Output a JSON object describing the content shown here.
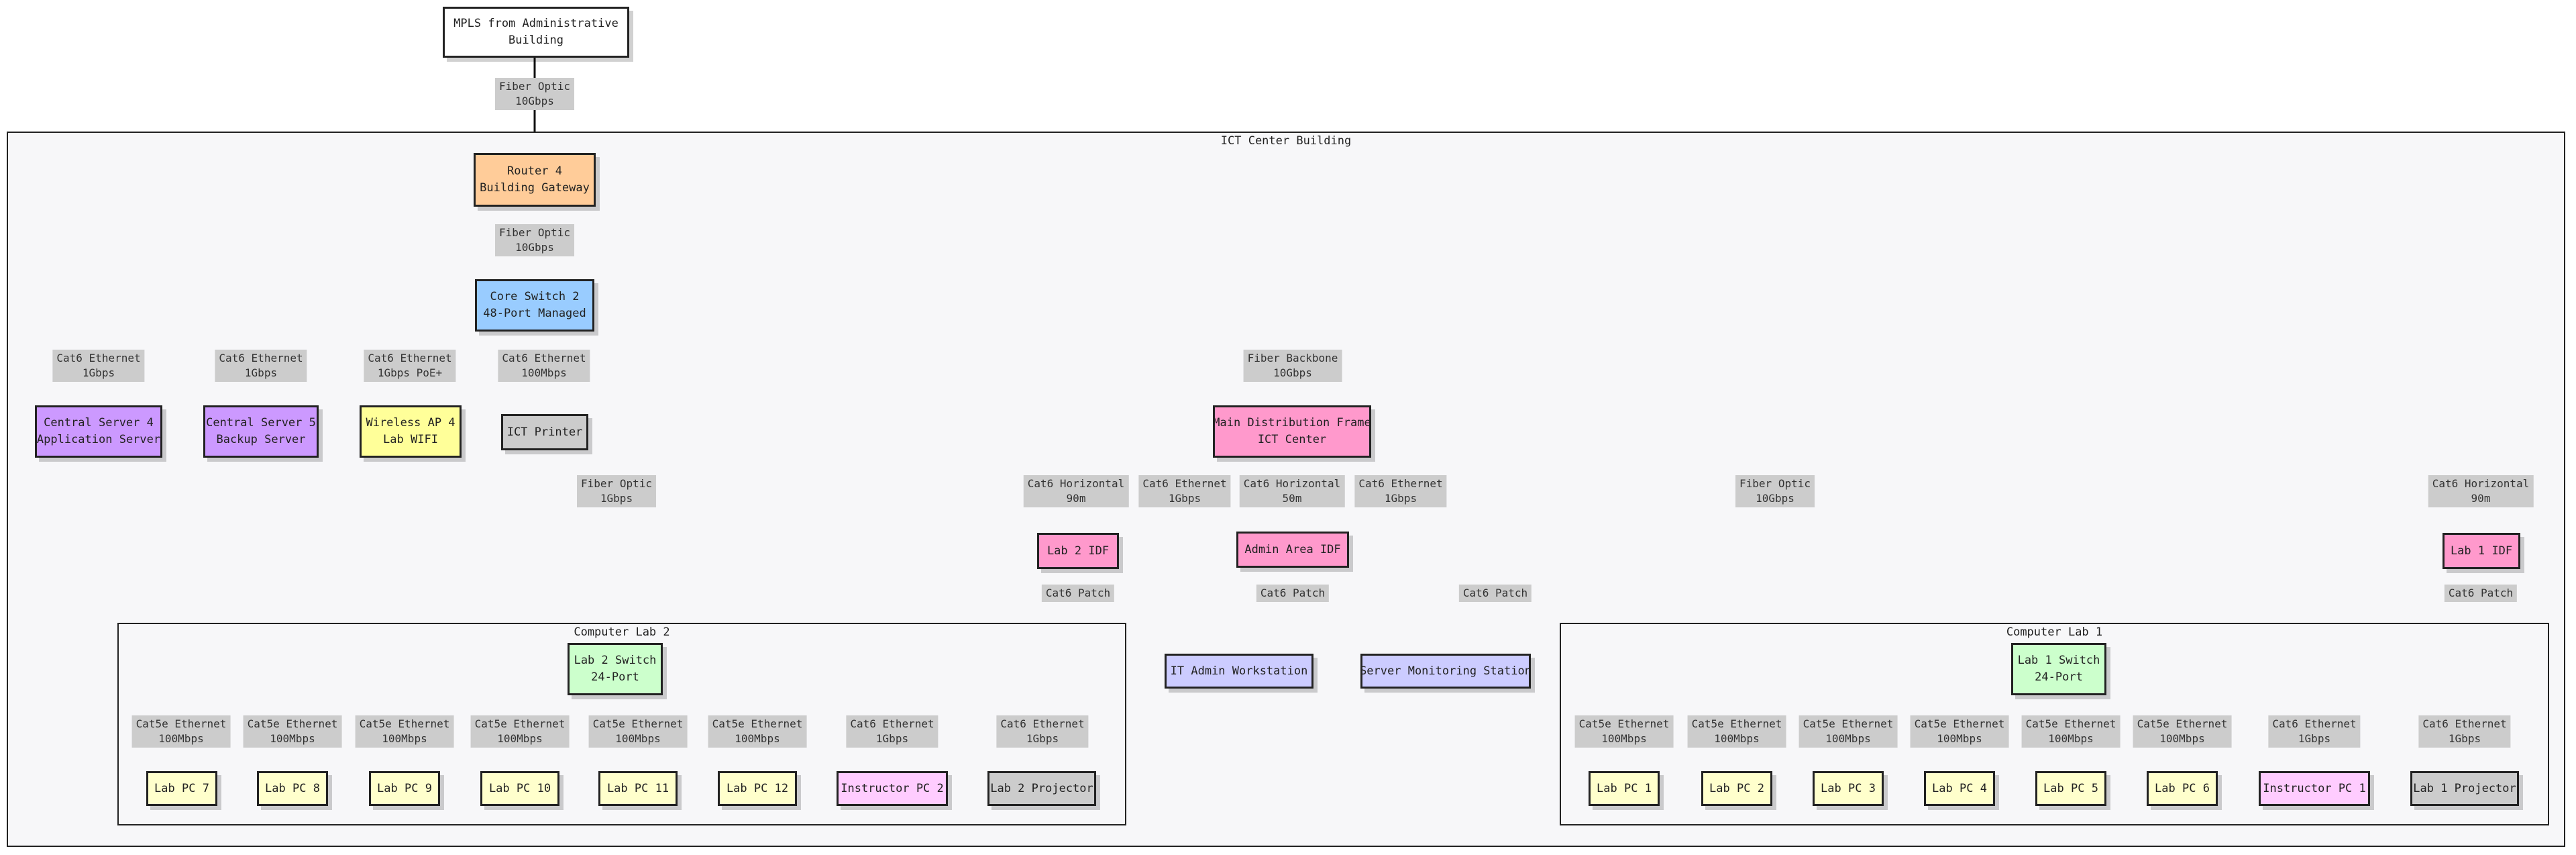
{
  "colors": {
    "router": "#ffcc99",
    "core_switch": "#99ccff",
    "server": "#cc99ff",
    "wireless": "#ffff99",
    "pc": "#ffffcc",
    "printer": "#cccccc",
    "distribution": "#ff99cc",
    "workstation": "#ccccff",
    "lab_switch": "#ccffcc",
    "instructor": "#ffccff",
    "label_bg": "#cccccc",
    "cluster_bg": "#f7f7f9"
  },
  "clusters": {
    "ict": "ICT Center Building",
    "lab2": "Computer Lab 2",
    "lab1": "Computer Lab 1"
  },
  "nodes": {
    "mpls": [
      "MPLS from Administrative",
      "Building"
    ],
    "router4": [
      "Router 4",
      "Building Gateway"
    ],
    "core_switch2": [
      "Core Switch 2",
      "48-Port Managed"
    ],
    "server4": [
      "Central Server 4",
      "Application Server"
    ],
    "server5": [
      "Central Server 5",
      "Backup Server"
    ],
    "wap4": [
      "Wireless AP 4",
      "Lab WIFI"
    ],
    "ict_printer": [
      "ICT Printer"
    ],
    "mdf": [
      "Main Distribution Frame",
      "ICT Center"
    ],
    "lab2_idf": [
      "Lab 2 IDF"
    ],
    "admin_idf": [
      "Admin Area IDF"
    ],
    "lab1_idf": [
      "Lab 1 IDF"
    ],
    "it_admin_ws": [
      "IT Admin Workstation"
    ],
    "server_mon": [
      "Server Monitoring Station"
    ],
    "lab2_switch": [
      "Lab 2 Switch",
      "24-Port"
    ],
    "lab1_switch": [
      "Lab 1 Switch",
      "24-Port"
    ],
    "lab_pc7": [
      "Lab PC 7"
    ],
    "lab_pc8": [
      "Lab PC 8"
    ],
    "lab_pc9": [
      "Lab PC 9"
    ],
    "lab_pc10": [
      "Lab PC 10"
    ],
    "lab_pc11": [
      "Lab PC 11"
    ],
    "lab_pc12": [
      "Lab PC 12"
    ],
    "instructor_pc2": [
      "Instructor PC 2"
    ],
    "lab2_projector": [
      "Lab 2 Projector"
    ],
    "lab_pc1": [
      "Lab PC 1"
    ],
    "lab_pc2": [
      "Lab PC 2"
    ],
    "lab_pc3": [
      "Lab PC 3"
    ],
    "lab_pc4": [
      "Lab PC 4"
    ],
    "lab_pc5": [
      "Lab PC 5"
    ],
    "lab_pc6": [
      "Lab PC 6"
    ],
    "instructor_pc1": [
      "Instructor PC 1"
    ],
    "lab1_projector": [
      "Lab 1 Projector"
    ]
  },
  "edge_labels": {
    "mpls_router": [
      "Fiber Optic",
      "10Gbps"
    ],
    "router_core": [
      "Fiber Optic",
      "10Gbps"
    ],
    "core_server4": [
      "Cat6 Ethernet",
      "1Gbps"
    ],
    "core_server5": [
      "Cat6 Ethernet",
      "1Gbps"
    ],
    "core_wap4": [
      "Cat6 Ethernet",
      "1Gbps PoE+"
    ],
    "core_printer": [
      "Cat6 Ethernet",
      "100Mbps"
    ],
    "core_lab2switch": [
      "Fiber Optic",
      "1Gbps"
    ],
    "core_mdf": [
      "Fiber Backbone",
      "10Gbps"
    ],
    "core_itadmin": [
      "Cat6 Ethernet",
      "1Gbps"
    ],
    "core_servermon": [
      "Cat6 Ethernet",
      "1Gbps"
    ],
    "core_lab1switch": [
      "Fiber Optic",
      "10Gbps"
    ],
    "mdf_lab2idf": [
      "Cat6 Horizontal",
      "90m"
    ],
    "mdf_adminidf": [
      "Cat6 Horizontal",
      "50m"
    ],
    "mdf_lab1idf": [
      "Cat6 Horizontal",
      "90m"
    ],
    "lab2idf_switch": [
      "Cat6 Patch"
    ],
    "adminidf_itadmin": [
      "Cat6 Patch"
    ],
    "adminidf_servermon": [
      "Cat6 Patch"
    ],
    "lab1idf_switch": [
      "Cat6 Patch"
    ],
    "sw2_pc7": [
      "Cat5e Ethernet",
      "100Mbps"
    ],
    "sw2_pc8": [
      "Cat5e Ethernet",
      "100Mbps"
    ],
    "sw2_pc9": [
      "Cat5e Ethernet",
      "100Mbps"
    ],
    "sw2_pc10": [
      "Cat5e Ethernet",
      "100Mbps"
    ],
    "sw2_pc11": [
      "Cat5e Ethernet",
      "100Mbps"
    ],
    "sw2_pc12": [
      "Cat5e Ethernet",
      "100Mbps"
    ],
    "sw2_instr2": [
      "Cat6 Ethernet",
      "1Gbps"
    ],
    "sw2_proj2": [
      "Cat6 Ethernet",
      "1Gbps"
    ],
    "sw1_pc1": [
      "Cat5e Ethernet",
      "100Mbps"
    ],
    "sw1_pc2": [
      "Cat5e Ethernet",
      "100Mbps"
    ],
    "sw1_pc3": [
      "Cat5e Ethernet",
      "100Mbps"
    ],
    "sw1_pc4": [
      "Cat5e Ethernet",
      "100Mbps"
    ],
    "sw1_pc5": [
      "Cat5e Ethernet",
      "100Mbps"
    ],
    "sw1_pc6": [
      "Cat5e Ethernet",
      "100Mbps"
    ],
    "sw1_instr1": [
      "Cat6 Ethernet",
      "1Gbps"
    ],
    "sw1_proj1": [
      "Cat6 Ethernet",
      "1Gbps"
    ]
  }
}
